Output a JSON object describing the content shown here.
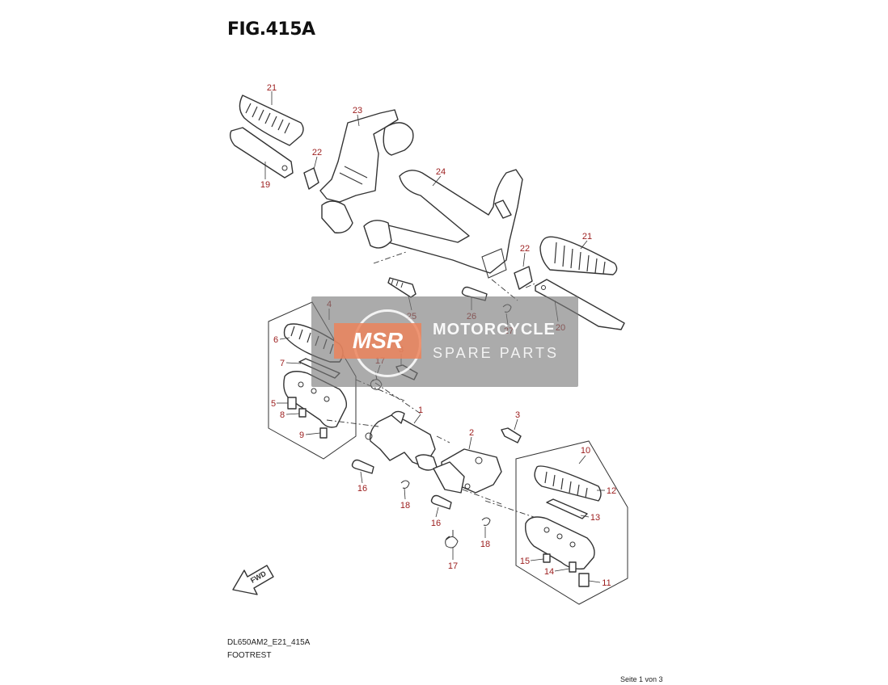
{
  "title": "FIG.415A",
  "callouts": {
    "c1": "1",
    "c2": "2",
    "c3a": "3",
    "c3b": "3",
    "c4": "4",
    "c5": "5",
    "c6": "6",
    "c7": "7",
    "c8": "8",
    "c9": "9",
    "c10": "10",
    "c11": "11",
    "c12": "12",
    "c13": "13",
    "c14": "14",
    "c15": "15",
    "c16a": "16",
    "c16b": "16",
    "c17a": "17",
    "c17b": "17",
    "c18a": "18",
    "c18b": "18",
    "c19": "19",
    "c20": "20",
    "c21a": "21",
    "c21b": "21",
    "c22a": "22",
    "c22b": "22",
    "c23": "23",
    "c24": "24",
    "c25": "25",
    "c26": "26",
    "c27": "27"
  },
  "watermark": {
    "logo": "MSR",
    "line1": "MOTORCYCLE",
    "line2": "SPARE PARTS"
  },
  "fwd_label": "FWD",
  "footer": {
    "model_code": "DL650AM2_E21_415A",
    "section": "FOOTREST",
    "page": "Seite 1 von 3"
  },
  "colors": {
    "callout": "#9b1c1c",
    "line": "#333333",
    "watermark": "#787878",
    "logo_accent": "#eb825a"
  }
}
